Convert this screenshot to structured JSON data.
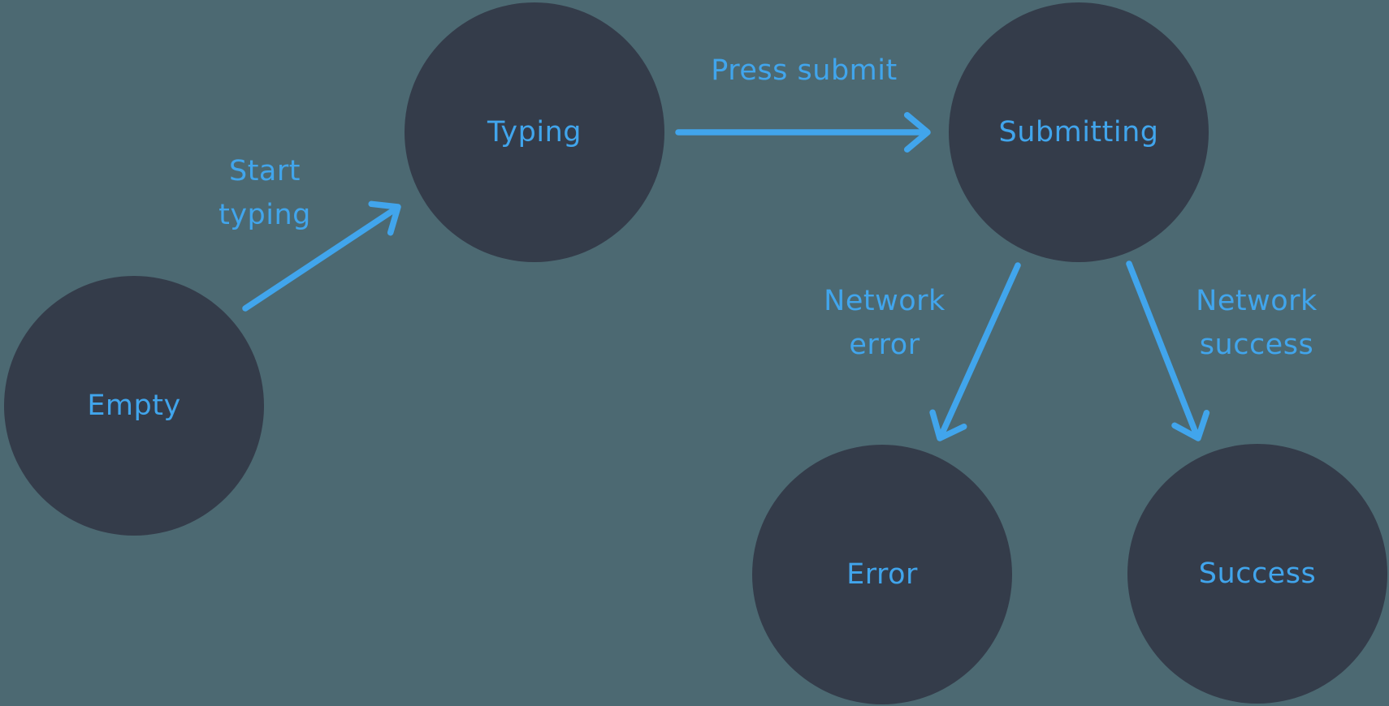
{
  "colors": {
    "background": "#4C6972",
    "node_fill": "#343C4A",
    "accent": "#41A5EC"
  },
  "nodes": [
    {
      "id": "empty",
      "label": "Empty"
    },
    {
      "id": "typing",
      "label": "Typing"
    },
    {
      "id": "submitting",
      "label": "Submitting"
    },
    {
      "id": "error",
      "label": "Error"
    },
    {
      "id": "success",
      "label": "Success"
    }
  ],
  "edges": [
    {
      "from": "empty",
      "to": "typing",
      "label": "Start typing",
      "label_lines": [
        "Start",
        "typing"
      ]
    },
    {
      "from": "typing",
      "to": "submitting",
      "label": "Press submit",
      "label_lines": [
        "Press submit"
      ]
    },
    {
      "from": "submitting",
      "to": "error",
      "label": "Network error",
      "label_lines": [
        "Network",
        "error"
      ]
    },
    {
      "from": "submitting",
      "to": "success",
      "label": "Network success",
      "label_lines": [
        "Network",
        "success"
      ]
    }
  ]
}
